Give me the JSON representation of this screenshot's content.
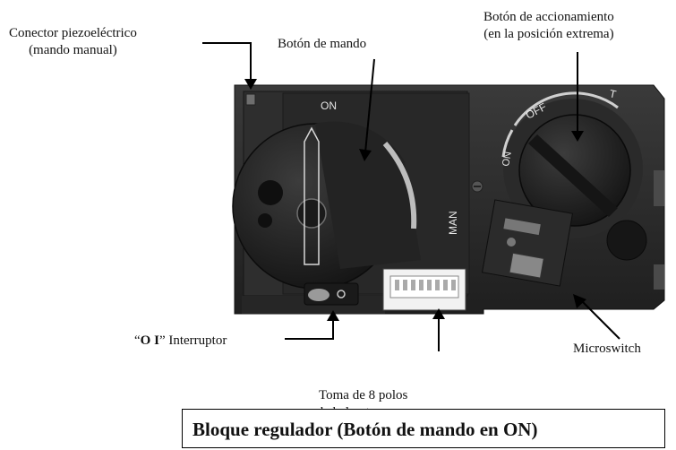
{
  "labels": {
    "piezo": [
      "Conector piezoeléctrico",
      "(mando manual)"
    ],
    "knob": "Botón de mando",
    "actuator": [
      "Botón de accionamiento",
      "(en la posición extrema)"
    ],
    "switch_quote_open": "“",
    "switch_bold": "O I",
    "switch_rest": "” Interruptor",
    "microswitch": "Microswitch",
    "socket": [
      "Toma de 8 polos",
      "kabel ontvanger"
    ]
  },
  "device_marks": {
    "on_dial": "ON",
    "man": "MAN",
    "off": "OFF",
    "t": "T",
    "on_small": "ON"
  },
  "title": "Bloque regulador (Botón de mando en ON)",
  "colors": {
    "housing": "#2a2a2a",
    "knob": "#1e1e1e",
    "background": "#ffffff"
  }
}
